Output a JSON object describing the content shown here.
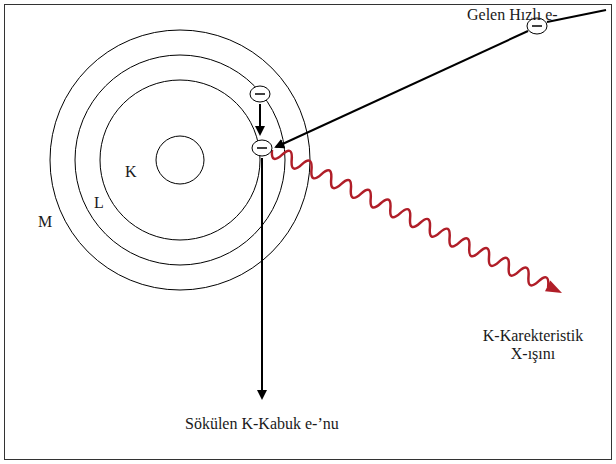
{
  "diagram": {
    "labels": [
      "Gelen Hızlı e-",
      "M",
      "L",
      "K",
      "K-Karekteristik X-ışını",
      "Sökülen K-Kabuk e-’nu"
    ]
  }
}
